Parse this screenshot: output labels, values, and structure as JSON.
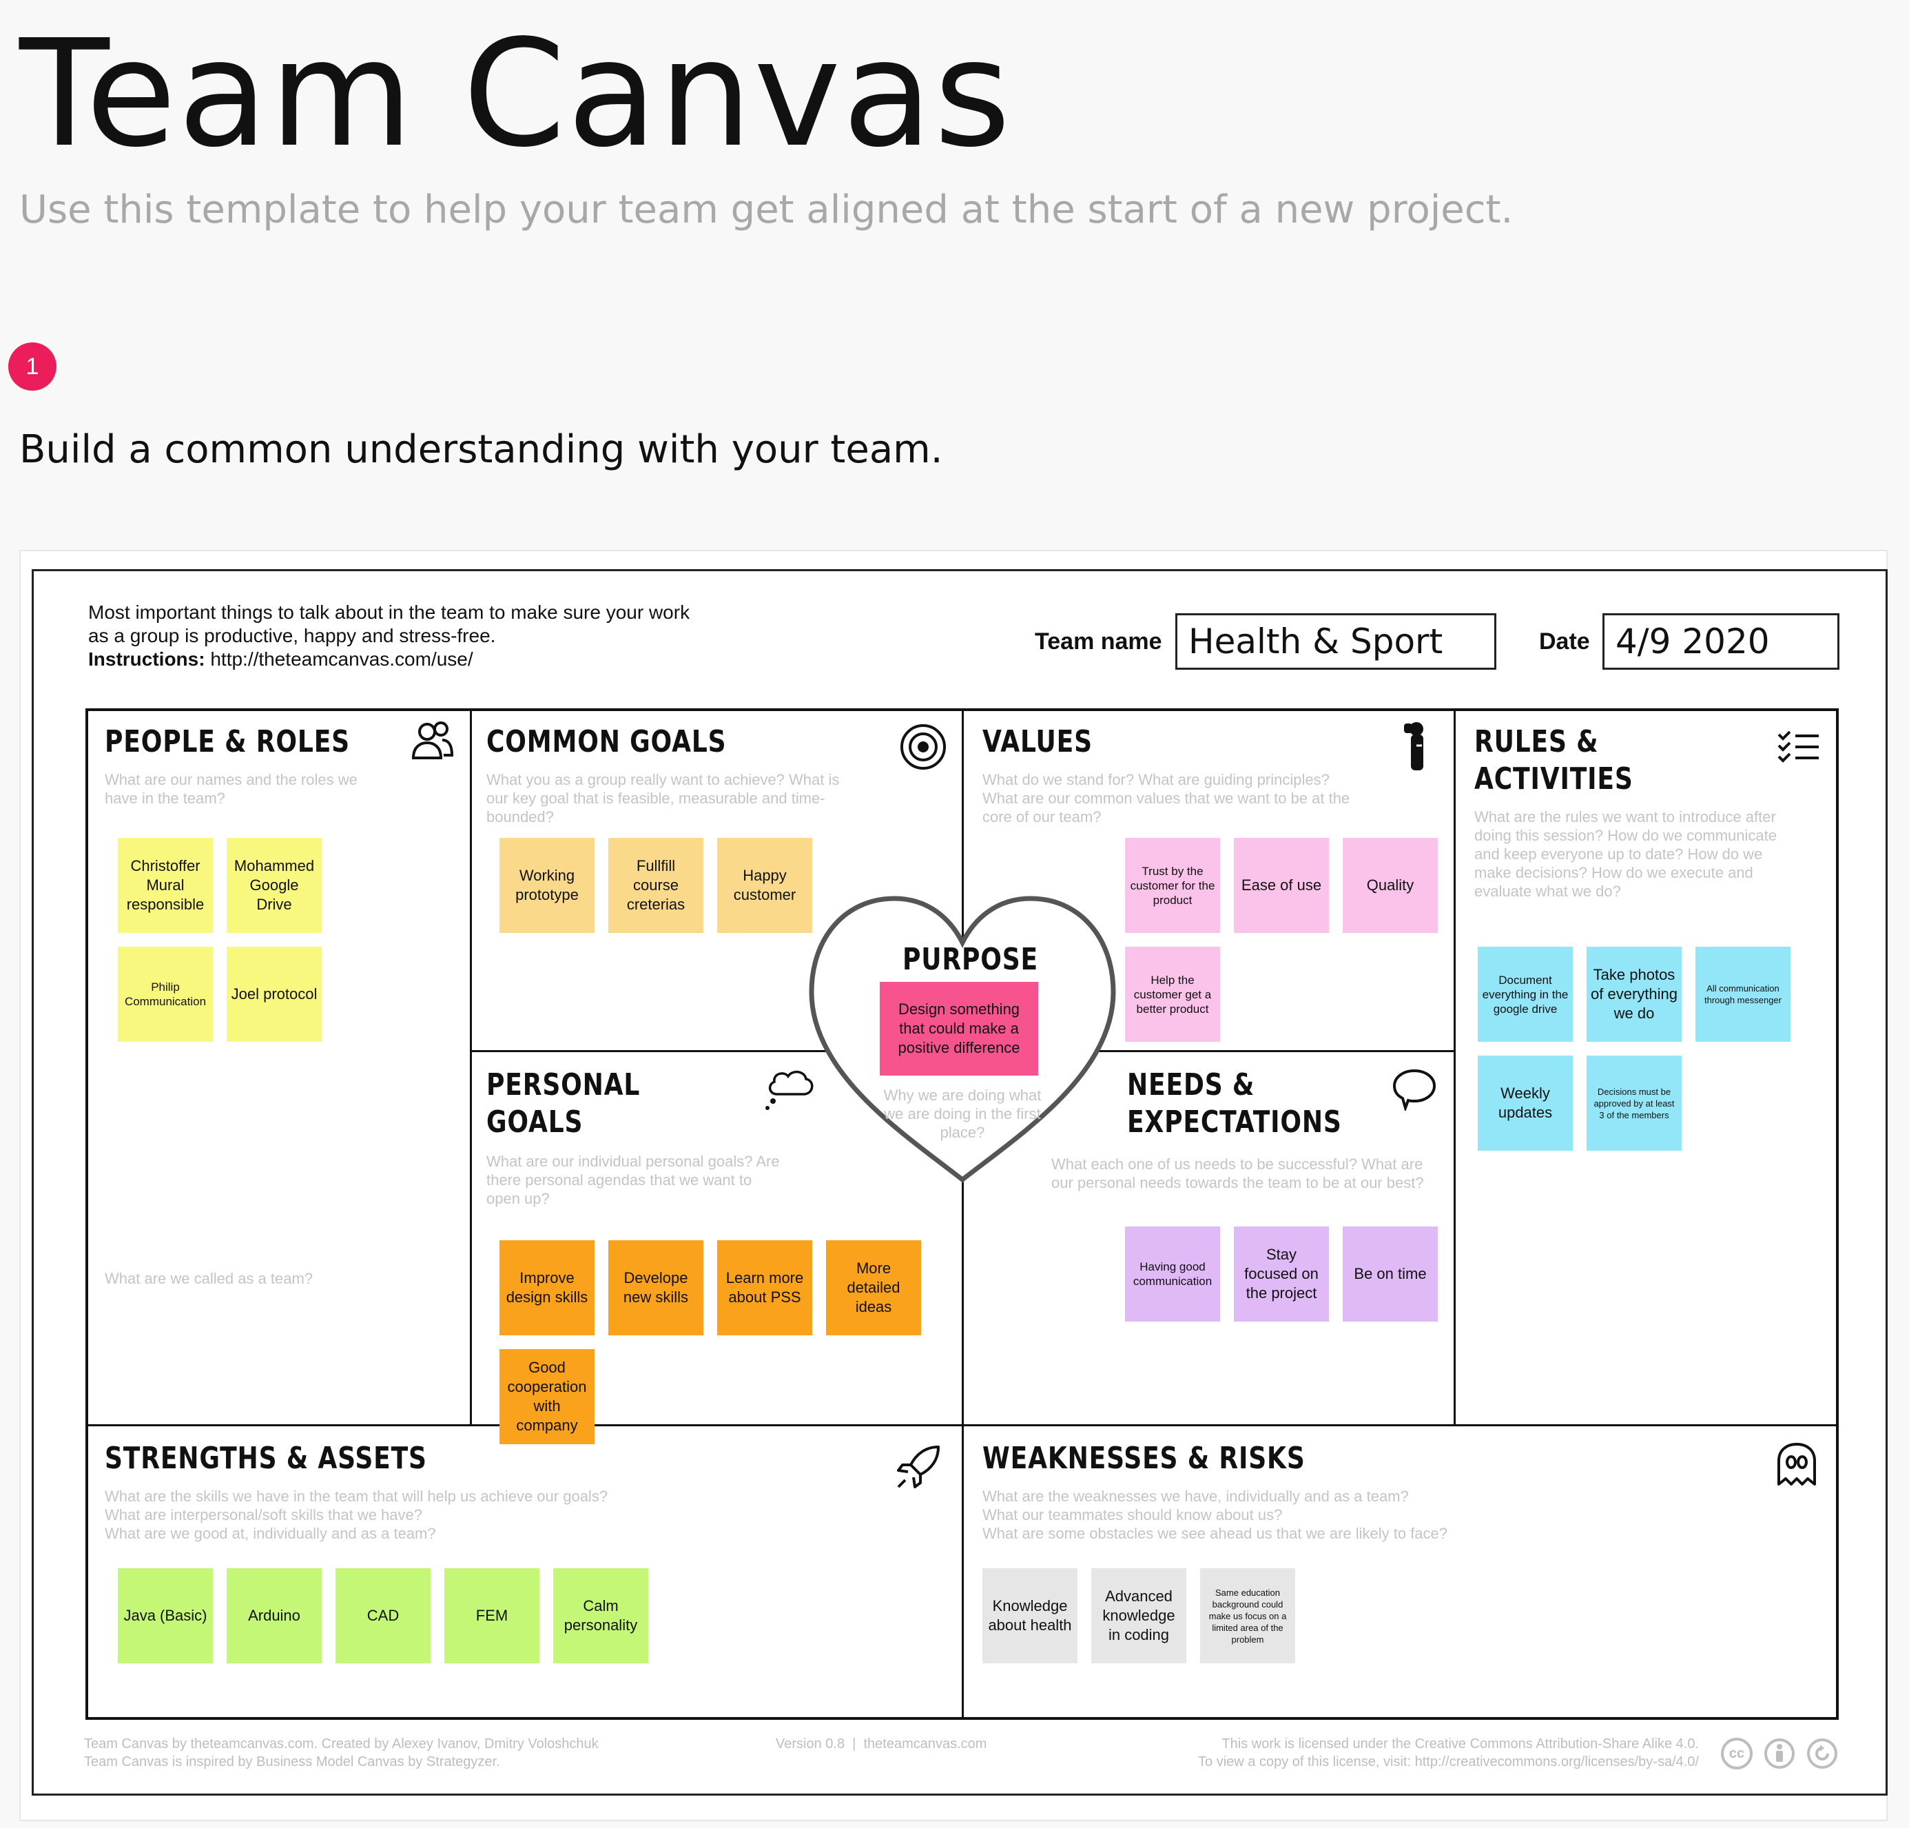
{
  "header": {
    "title": "Team Canvas",
    "subtitle": "Use this template to help your team get aligned at the start of a new project.",
    "step_number": "1",
    "step_heading": "Build a common understanding with your team."
  },
  "canvas": {
    "intro_line1": "Most important things to talk about in the team to make sure your work",
    "intro_line2": "as a group is productive, happy and stress-free.",
    "instructions_label": "Instructions:",
    "instructions_url": " http://theteamcanvas.com/use/",
    "team_name_label": "Team name",
    "team_name_value": "Health & Sport",
    "date_label": "Date",
    "date_value": "4/9 2020",
    "sections": {
      "people_roles": {
        "title": "PEOPLE & ROLES",
        "hint": "What are our names and the roles we have in the team?",
        "bottom_hint": "What are we called as a team?",
        "notes": [
          "Christoffer Mural responsible",
          "Mohammed Google Drive",
          "Philip Communication",
          "Joel protocol"
        ]
      },
      "common_goals": {
        "title": "COMMON GOALS",
        "hint": "What you as a group really want to achieve? What is our key goal that is feasible, measurable and time-bounded?",
        "notes": [
          "Working prototype",
          "Fullfill course creterias",
          "Happy customer"
        ]
      },
      "values": {
        "title": "VALUES",
        "hint": "What do we stand for? What are guiding principles? What are our common values that we want to be at the core of our team?",
        "notes": [
          "Trust by the customer for the product",
          "Ease of use",
          "Quality",
          "Help the customer get a better product"
        ]
      },
      "rules": {
        "title_line1": "RULES &",
        "title_line2": "ACTIVITIES",
        "hint": "What are the rules we want to introduce after doing this session? How do we communicate and keep everyone up to date? How do we make decisions? How do we execute and evaluate what we do?",
        "notes": [
          "Document everything in the google drive",
          "Take photos of everything we do",
          "All communication through messenger",
          "Weekly updates",
          "Decisions must be approved by at least 3 of the members"
        ]
      },
      "purpose": {
        "title": "PURPOSE",
        "note": "Design something that could make a positive difference",
        "hint": "Why we are doing what we are doing in the first place?"
      },
      "personal_goals": {
        "title_line1": "PERSONAL",
        "title_line2": "GOALS",
        "hint": "What are our individual personal goals? Are there personal agendas that we want to open up?",
        "notes": [
          "Improve design skills",
          "Develope new skills",
          "Learn more about PSS",
          "More detailed ideas",
          "Good cooperation with company"
        ]
      },
      "needs": {
        "title_line1": "NEEDS &",
        "title_line2": "EXPECTATIONS",
        "hint": "What each one of us needs to be successful? What are our personal needs towards the team to be at our best?",
        "notes": [
          "Having good communication",
          "Stay focused on the project",
          "Be on time"
        ]
      },
      "strengths": {
        "title": "STRENGTHS & ASSETS",
        "hint_line1": "What are the skills we have in the team that will help us achieve our goals?",
        "hint_line2": "What are interpersonal/soft skills that we have?",
        "hint_line3": "What are we good at, individually and as a team?",
        "notes": [
          "Java (Basic)",
          "Arduino",
          "CAD",
          "FEM",
          "Calm personality"
        ]
      },
      "weaknesses": {
        "title": "WEAKNESSES & RISKS",
        "hint_line1": "What are the weaknesses we have, individually and as a team?",
        "hint_line2": "What our teammates should know about us?",
        "hint_line3": "What are some obstacles we see ahead us that we are likely to face?",
        "notes": [
          "Knowledge about health",
          "Advanced knowledge in coding",
          "Same education background could make us focus on a limited area of the problem"
        ]
      }
    },
    "footer": {
      "credit_line1": "Team Canvas by theteamcanvas.com. Created by Alexey Ivanov, Dmitry Voloshchuk",
      "credit_line2": "Team Canvas is inspired by Business Model Canvas by Strategyzer.",
      "version": "Version 0.8  |  theteamcanvas.com",
      "license_line1": "This work is licensed under the Creative Commons Attribution-Share Alike 4.0.",
      "license_line2": "To view a copy of this license, visit: http://creativecommons.org/licenses/by-sa/4.0/",
      "cc_label": "cc"
    }
  },
  "icons": [
    "people-icon",
    "target-icon",
    "values-icon",
    "checklist-icon",
    "thought-cloud-icon",
    "speech-bubble-icon",
    "rocket-icon",
    "ghost-icon",
    "cc-icon",
    "by-icon",
    "sa-icon"
  ]
}
